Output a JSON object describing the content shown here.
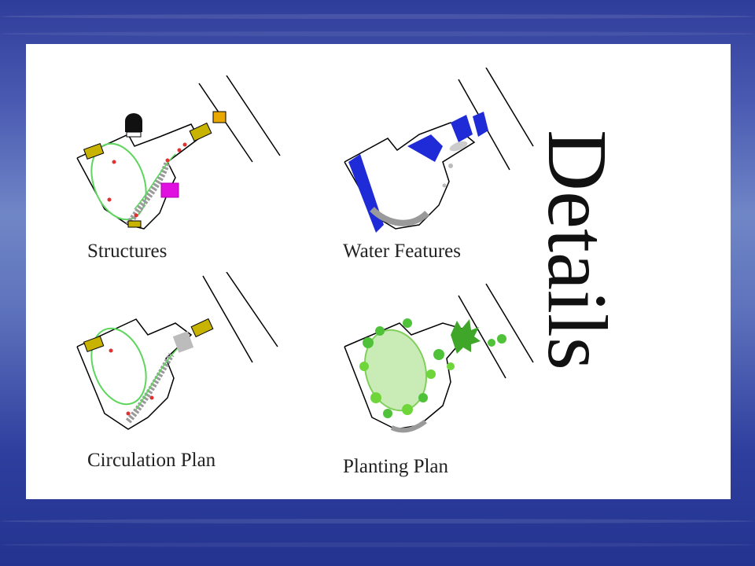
{
  "slide": {
    "title": "Details",
    "panels": [
      {
        "caption": "Structures"
      },
      {
        "caption": "Water Features"
      },
      {
        "caption": "Circulation Plan"
      },
      {
        "caption": "Planting Plan"
      }
    ]
  },
  "colors": {
    "background": "#3344a0",
    "card": "#ffffff",
    "water": "#1f2bd6",
    "structure_magenta": "#e010e0",
    "planting_green": "#6fd63a",
    "path_green": "#4fd64f",
    "pavilion_yellow": "#c8b400"
  }
}
